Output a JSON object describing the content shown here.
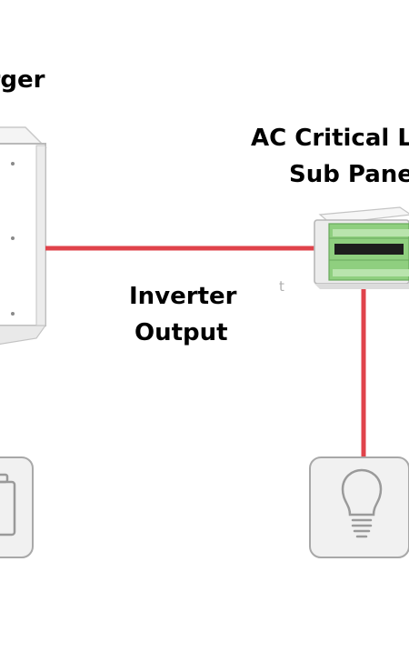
{
  "labels": {
    "inverter": "arger",
    "subpanel_line1": "AC Critical Lo",
    "subpanel_line2": "Sub Pane",
    "output_line1": "Inverter",
    "output_line2": "Output",
    "stray_mark": "t"
  },
  "colors": {
    "wire": "#e0434b",
    "outline": "#a8a8a8",
    "icon_box_fill": "#f1f1f1",
    "breaker_green": "#7cc26b"
  },
  "icons": {
    "left_tile": "battery-icon",
    "right_tile": "light-bulb-icon"
  }
}
